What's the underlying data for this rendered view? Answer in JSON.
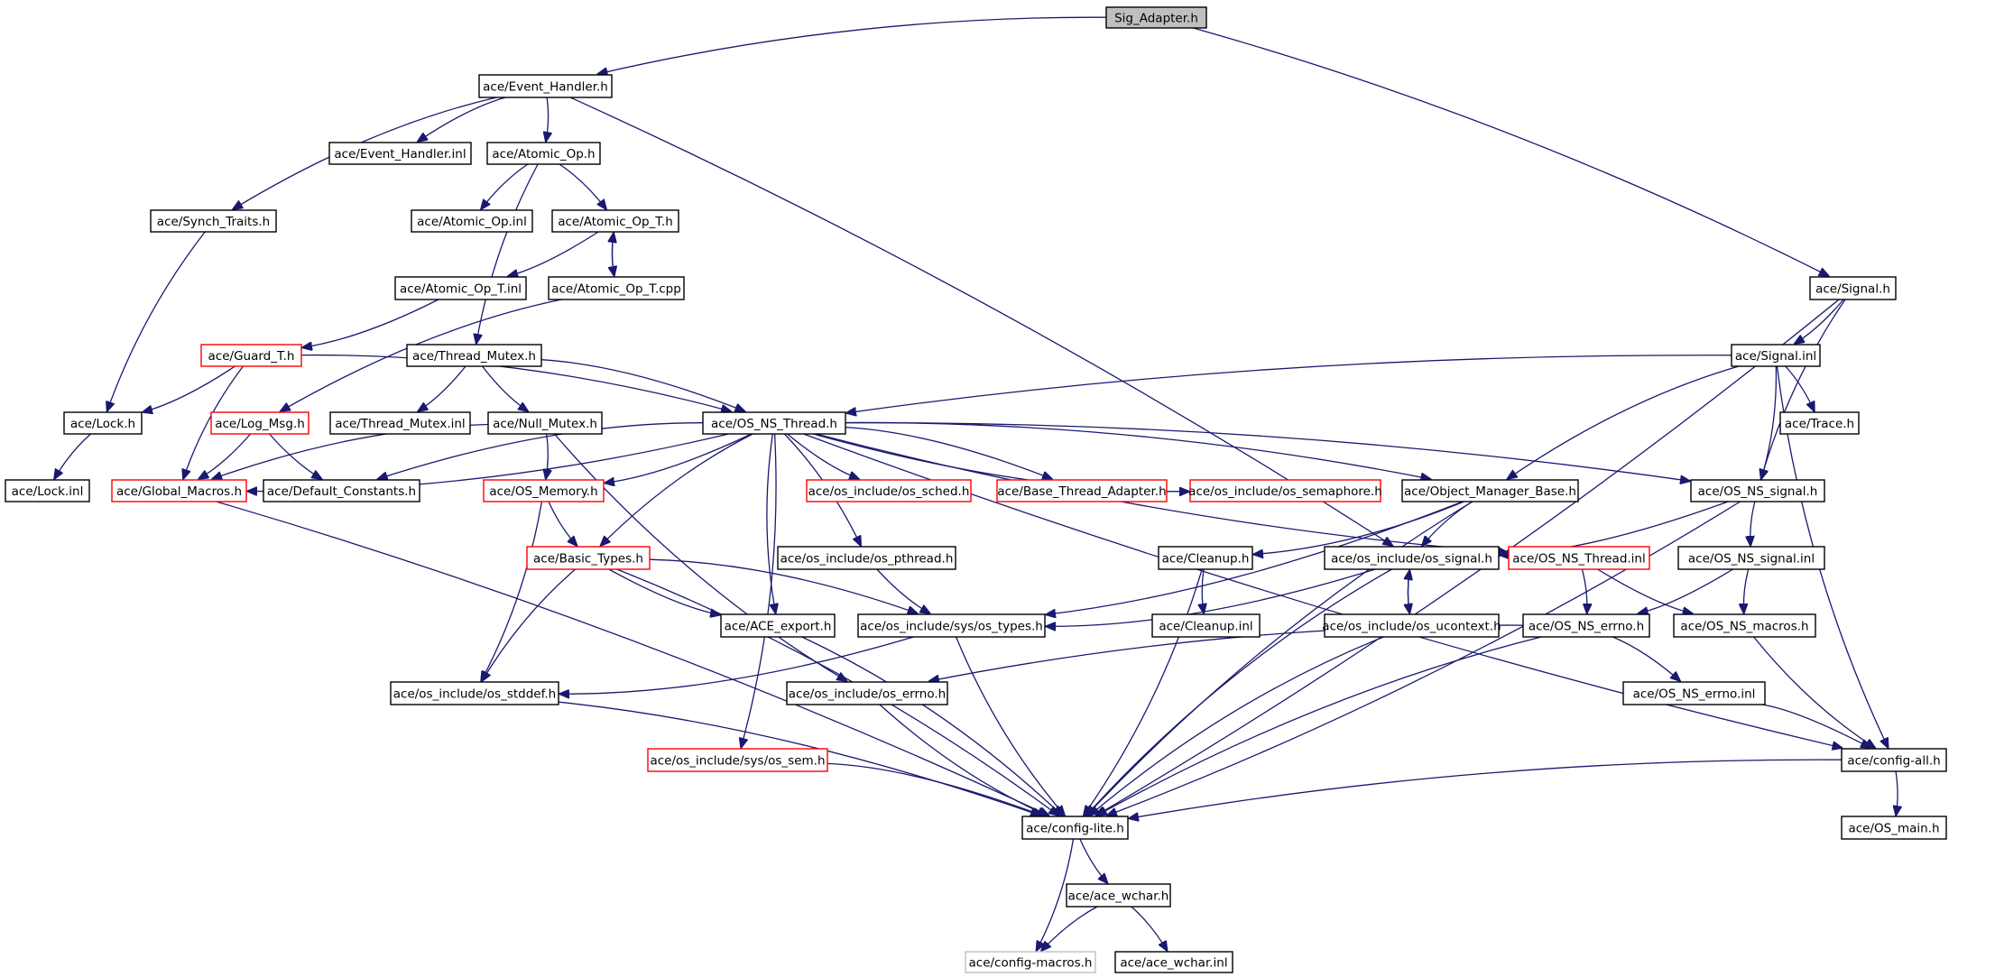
{
  "graph": {
    "title": "",
    "nodes": [
      {
        "id": "sig_adapter",
        "label": "Sig_Adapter.h",
        "style": "root"
      },
      {
        "id": "event_handler_h",
        "label": "ace/Event_Handler.h",
        "style": "normal"
      },
      {
        "id": "event_handler_inl",
        "label": "ace/Event_Handler.inl",
        "style": "normal"
      },
      {
        "id": "atomic_op_h",
        "label": "ace/Atomic_Op.h",
        "style": "normal"
      },
      {
        "id": "synch_traits_h",
        "label": "ace/Synch_Traits.h",
        "style": "normal"
      },
      {
        "id": "atomic_op_inl",
        "label": "ace/Atomic_Op.inl",
        "style": "normal"
      },
      {
        "id": "atomic_op_t_h",
        "label": "ace/Atomic_Op_T.h",
        "style": "normal"
      },
      {
        "id": "atomic_op_t_inl",
        "label": "ace/Atomic_Op_T.inl",
        "style": "normal"
      },
      {
        "id": "atomic_op_t_cpp",
        "label": "ace/Atomic_Op_T.cpp",
        "style": "normal"
      },
      {
        "id": "signal_h",
        "label": "ace/Signal.h",
        "style": "normal"
      },
      {
        "id": "guard_t_h",
        "label": "ace/Guard_T.h",
        "style": "red"
      },
      {
        "id": "thread_mutex_h",
        "label": "ace/Thread_Mutex.h",
        "style": "normal"
      },
      {
        "id": "signal_inl",
        "label": "ace/Signal.inl",
        "style": "normal"
      },
      {
        "id": "lock_h",
        "label": "ace/Lock.h",
        "style": "normal"
      },
      {
        "id": "log_msg_h",
        "label": "ace/Log_Msg.h",
        "style": "red"
      },
      {
        "id": "thread_mutex_inl",
        "label": "ace/Thread_Mutex.inl",
        "style": "normal"
      },
      {
        "id": "null_mutex_h",
        "label": "ace/Null_Mutex.h",
        "style": "normal"
      },
      {
        "id": "os_ns_thread_h",
        "label": "ace/OS_NS_Thread.h",
        "style": "normal"
      },
      {
        "id": "trace_h",
        "label": "ace/Trace.h",
        "style": "normal"
      },
      {
        "id": "lock_inl",
        "label": "ace/Lock.inl",
        "style": "normal"
      },
      {
        "id": "global_macros_h",
        "label": "ace/Global_Macros.h",
        "style": "red"
      },
      {
        "id": "default_constants_h",
        "label": "ace/Default_Constants.h",
        "style": "normal"
      },
      {
        "id": "os_memory_h",
        "label": "ace/OS_Memory.h",
        "style": "red"
      },
      {
        "id": "os_sched_h",
        "label": "ace/os_include/os_sched.h",
        "style": "red"
      },
      {
        "id": "base_thread_adapter_h",
        "label": "ace/Base_Thread_Adapter.h",
        "style": "red"
      },
      {
        "id": "os_semaphore_h",
        "label": "ace/os_include/os_semaphore.h",
        "style": "red"
      },
      {
        "id": "object_manager_base_h",
        "label": "ace/Object_Manager_Base.h",
        "style": "normal"
      },
      {
        "id": "os_ns_signal_h",
        "label": "ace/OS_NS_signal.h",
        "style": "normal"
      },
      {
        "id": "basic_types_h",
        "label": "ace/Basic_Types.h",
        "style": "red"
      },
      {
        "id": "os_pthread_h",
        "label": "ace/os_include/os_pthread.h",
        "style": "normal"
      },
      {
        "id": "cleanup_h",
        "label": "ace/Cleanup.h",
        "style": "normal"
      },
      {
        "id": "os_signal_h",
        "label": "ace/os_include/os_signal.h",
        "style": "normal"
      },
      {
        "id": "os_ns_thread_inl",
        "label": "ace/OS_NS_Thread.inl",
        "style": "red"
      },
      {
        "id": "os_ns_signal_inl",
        "label": "ace/OS_NS_signal.inl",
        "style": "normal"
      },
      {
        "id": "ace_export_h",
        "label": "ace/ACE_export.h",
        "style": "normal"
      },
      {
        "id": "os_types_h",
        "label": "ace/os_include/sys/os_types.h",
        "style": "normal"
      },
      {
        "id": "cleanup_inl",
        "label": "ace/Cleanup.inl",
        "style": "normal"
      },
      {
        "id": "os_ucontext_h",
        "label": "ace/os_include/os_ucontext.h",
        "style": "normal"
      },
      {
        "id": "os_ns_errno_h",
        "label": "ace/OS_NS_errno.h",
        "style": "normal"
      },
      {
        "id": "os_ns_macros_h",
        "label": "ace/OS_NS_macros.h",
        "style": "normal"
      },
      {
        "id": "os_stddef_h",
        "label": "ace/os_include/os_stddef.h",
        "style": "normal"
      },
      {
        "id": "os_errno_h",
        "label": "ace/os_include/os_errno.h",
        "style": "normal"
      },
      {
        "id": "os_ns_errno_inl",
        "label": "ace/OS_NS_errno.inl",
        "style": "normal"
      },
      {
        "id": "os_sem_h",
        "label": "ace/os_include/sys/os_sem.h",
        "style": "red"
      },
      {
        "id": "config_all_h",
        "label": "ace/config-all.h",
        "style": "normal"
      },
      {
        "id": "config_lite_h",
        "label": "ace/config-lite.h",
        "style": "normal"
      },
      {
        "id": "os_main_h",
        "label": "ace/OS_main.h",
        "style": "normal"
      },
      {
        "id": "ace_wchar_h",
        "label": "ace/ace_wchar.h",
        "style": "normal"
      },
      {
        "id": "config_macros_h",
        "label": "ace/config-macros.h",
        "style": "gray"
      },
      {
        "id": "ace_wchar_inl",
        "label": "ace/ace_wchar.inl",
        "style": "normal"
      }
    ],
    "edges": [
      [
        "sig_adapter",
        "event_handler_h"
      ],
      [
        "sig_adapter",
        "signal_h"
      ],
      [
        "event_handler_h",
        "event_handler_inl"
      ],
      [
        "event_handler_h",
        "atomic_op_h"
      ],
      [
        "event_handler_h",
        "synch_traits_h"
      ],
      [
        "event_handler_h",
        "os_signal_h"
      ],
      [
        "atomic_op_h",
        "atomic_op_inl"
      ],
      [
        "atomic_op_h",
        "atomic_op_t_h"
      ],
      [
        "atomic_op_h",
        "thread_mutex_h"
      ],
      [
        "atomic_op_t_h",
        "atomic_op_t_inl"
      ],
      [
        "atomic_op_t_h",
        "atomic_op_t_cpp"
      ],
      [
        "atomic_op_t_cpp",
        "atomic_op_t_h"
      ],
      [
        "atomic_op_t_cpp",
        "log_msg_h"
      ],
      [
        "atomic_op_t_inl",
        "guard_t_h"
      ],
      [
        "synch_traits_h",
        "lock_h"
      ],
      [
        "guard_t_h",
        "lock_h"
      ],
      [
        "guard_t_h",
        "global_macros_h"
      ],
      [
        "guard_t_h",
        "os_ns_thread_h"
      ],
      [
        "lock_h",
        "lock_inl"
      ],
      [
        "log_msg_h",
        "global_macros_h"
      ],
      [
        "log_msg_h",
        "default_constants_h"
      ],
      [
        "thread_mutex_h",
        "thread_mutex_inl"
      ],
      [
        "thread_mutex_h",
        "null_mutex_h"
      ],
      [
        "thread_mutex_h",
        "os_ns_thread_h"
      ],
      [
        "null_mutex_h",
        "global_macros_h"
      ],
      [
        "null_mutex_h",
        "os_memory_h"
      ],
      [
        "null_mutex_h",
        "os_errno_h"
      ],
      [
        "signal_h",
        "signal_inl"
      ],
      [
        "signal_h",
        "os_ns_signal_h"
      ],
      [
        "signal_h",
        "config_lite_h"
      ],
      [
        "signal_inl",
        "os_ns_thread_h"
      ],
      [
        "signal_inl",
        "trace_h"
      ],
      [
        "signal_inl",
        "object_manager_base_h"
      ],
      [
        "signal_inl",
        "os_ns_signal_h"
      ],
      [
        "signal_inl",
        "config_all_h"
      ],
      [
        "os_ns_thread_h",
        "global_macros_h"
      ],
      [
        "os_ns_thread_h",
        "default_constants_h"
      ],
      [
        "os_ns_thread_h",
        "os_memory_h"
      ],
      [
        "os_ns_thread_h",
        "basic_types_h"
      ],
      [
        "os_ns_thread_h",
        "os_sem_h"
      ],
      [
        "os_ns_thread_h",
        "ace_export_h"
      ],
      [
        "os_ns_thread_h",
        "os_pthread_h"
      ],
      [
        "os_ns_thread_h",
        "os_sched_h"
      ],
      [
        "os_ns_thread_h",
        "base_thread_adapter_h"
      ],
      [
        "os_ns_thread_h",
        "os_semaphore_h"
      ],
      [
        "os_ns_thread_h",
        "object_manager_base_h"
      ],
      [
        "os_ns_thread_h",
        "os_ns_thread_inl"
      ],
      [
        "os_ns_thread_h",
        "os_ns_signal_h"
      ],
      [
        "os_ns_thread_h",
        "config_all_h"
      ],
      [
        "global_macros_h",
        "config_lite_h"
      ],
      [
        "os_memory_h",
        "basic_types_h"
      ],
      [
        "os_memory_h",
        "os_stddef_h"
      ],
      [
        "basic_types_h",
        "ace_export_h"
      ],
      [
        "basic_types_h",
        "os_types_h"
      ],
      [
        "basic_types_h",
        "os_stddef_h"
      ],
      [
        "basic_types_h",
        "config_lite_h"
      ],
      [
        "os_pthread_h",
        "os_types_h"
      ],
      [
        "object_manager_base_h",
        "cleanup_h"
      ],
      [
        "object_manager_base_h",
        "os_signal_h"
      ],
      [
        "object_manager_base_h",
        "os_types_h"
      ],
      [
        "object_manager_base_h",
        "config_lite_h"
      ],
      [
        "os_ns_signal_h",
        "os_signal_h"
      ],
      [
        "os_ns_signal_h",
        "os_ns_signal_inl"
      ],
      [
        "os_ns_signal_h",
        "config_lite_h"
      ],
      [
        "cleanup_h",
        "cleanup_inl"
      ],
      [
        "cleanup_h",
        "config_lite_h"
      ],
      [
        "os_signal_h",
        "os_ucontext_h"
      ],
      [
        "os_signal_h",
        "os_types_h"
      ],
      [
        "os_signal_h",
        "config_lite_h"
      ],
      [
        "os_ucontext_h",
        "os_signal_h"
      ],
      [
        "os_ucontext_h",
        "config_lite_h"
      ],
      [
        "os_ns_thread_inl",
        "os_ns_errno_h"
      ],
      [
        "os_ns_thread_inl",
        "os_ns_macros_h"
      ],
      [
        "os_ns_signal_inl",
        "os_ns_errno_h"
      ],
      [
        "os_ns_signal_inl",
        "os_ns_macros_h"
      ],
      [
        "os_types_h",
        "os_stddef_h"
      ],
      [
        "os_types_h",
        "config_lite_h"
      ],
      [
        "ace_export_h",
        "config_lite_h"
      ],
      [
        "os_ns_errno_h",
        "os_errno_h"
      ],
      [
        "os_ns_errno_h",
        "os_ns_errno_inl"
      ],
      [
        "os_ns_errno_h",
        "config_lite_h"
      ],
      [
        "os_ns_errno_inl",
        "config_all_h"
      ],
      [
        "os_ns_macros_h",
        "config_all_h"
      ],
      [
        "os_stddef_h",
        "config_lite_h"
      ],
      [
        "os_errno_h",
        "config_lite_h"
      ],
      [
        "os_sem_h",
        "config_lite_h"
      ],
      [
        "config_all_h",
        "config_lite_h"
      ],
      [
        "config_all_h",
        "os_main_h"
      ],
      [
        "config_lite_h",
        "ace_wchar_h"
      ],
      [
        "config_lite_h",
        "config_macros_h"
      ],
      [
        "ace_wchar_h",
        "config_macros_h"
      ],
      [
        "ace_wchar_h",
        "ace_wchar_inl"
      ]
    ]
  }
}
